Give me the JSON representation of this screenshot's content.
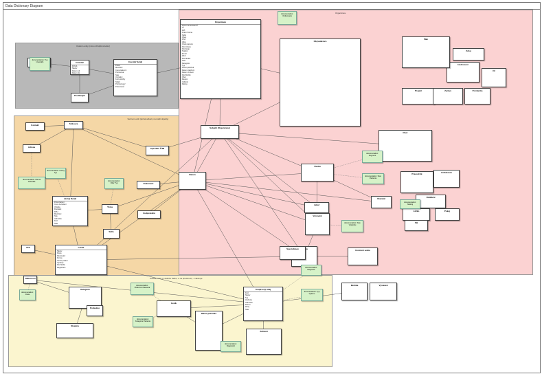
{
  "window": {
    "title": "Data Dictionary Diagram"
  },
  "regions": [
    {
      "id": "gray",
      "label": "Ostatní entity (mimo dřívější struktur)",
      "color": "#b8b8b8"
    },
    {
      "id": "orange",
      "label": "Seznam entit (úplná odkazy na další objekty)",
      "color": "#f5d7a6"
    },
    {
      "id": "pink",
      "label": "Organizace",
      "color": "#fbd2d2"
    },
    {
      "id": "yellow",
      "label": "Pohled entity (z dalšího řádku, a na předchozí) – Nástroje",
      "color": "#fbf5cf"
    }
  ],
  "boxes": [
    {
      "id": "invent",
      "title": "Inventář",
      "attrs": [
        "Pohyb",
        "Název",
        "Datum od",
        "Datum do"
      ]
    },
    {
      "id": "inventdet",
      "title": "Inventář detail",
      "attrs": [
        "Počet",
        "Množství",
        "Cena nákupní",
        "Poznámka",
        "Stav",
        "Umístění",
        "Kód položky",
        "Sklad",
        "Poznámka 2",
        "Počet kusů"
      ]
    },
    {
      "id": "invitem",
      "title": "Inventura",
      "attrs": []
    },
    {
      "id": "prodej",
      "title": "Prodávající",
      "attrs": []
    },
    {
      "id": "org",
      "title": "Organizace",
      "attrs": [
        "Počet zaměstnanců",
        "IČ",
        "DIČ",
        "Právní forma",
        "Sídlo",
        "Obec",
        "PSČ",
        "Ulice",
        "Číslo popisné",
        "Kód okresu",
        "Kód kraje",
        "Telefon",
        "Email",
        "Web",
        "Poznámka",
        "Stav",
        "Kategorie",
        "Typ",
        "Počet poboček",
        "Datum založení",
        "Datum zrušení",
        "Kód NACE",
        "Obor",
        "Region",
        "Velikost",
        "Rating"
      ]
    },
    {
      "id": "kontakt",
      "title": "Kontakt",
      "attrs": []
    },
    {
      "id": "smlouva",
      "title": "Smlouva",
      "attrs": []
    },
    {
      "id": "adresa",
      "title": "Adresa",
      "attrs": []
    },
    {
      "id": "subjekt",
      "title": "Subjekt (Organizace)",
      "attrs": []
    },
    {
      "id": "specialni",
      "title": "Speciální ČJM",
      "attrs": []
    },
    {
      "id": "dokument",
      "title": "Dokument",
      "attrs": []
    },
    {
      "id": "zodpovedna",
      "title": "Zodpovědná",
      "attrs": []
    },
    {
      "id": "datum",
      "title": "Datum",
      "attrs": []
    },
    {
      "id": "tema",
      "title": "Téma",
      "attrs": []
    },
    {
      "id": "sidlo",
      "title": "Sídlo",
      "attrs": []
    },
    {
      "id": "atc",
      "title": "ATC",
      "attrs": []
    },
    {
      "id": "lecba",
      "title": "Léčba",
      "attrs": [
        "Název",
        "Popis",
        "Dávkování",
        "Forma",
        "Cesta podání",
        "Výrobce",
        "Kód SÚKL",
        "Registrace"
      ]
    },
    {
      "id": "lekdetail",
      "title": "Léčivý Detail",
      "attrs": [
        "Počet balení",
        "Cena za balení",
        "Úhrada",
        "Doplatek",
        "DPH",
        "Množství",
        "Síla",
        "Jednotka",
        "Kód",
        "Stav"
      ]
    },
    {
      "id": "obyv",
      "title": "Obyvatelstvo",
      "attrs": []
    },
    {
      "id": "osoba",
      "title": "Osoba",
      "attrs": []
    },
    {
      "id": "lekar",
      "title": "Lékař",
      "attrs": []
    },
    {
      "id": "venovani",
      "title": "Věnování",
      "attrs": []
    },
    {
      "id": "sluzba",
      "title": "Služba",
      "attrs": []
    },
    {
      "id": "cest",
      "title": "Cestovní sekce",
      "attrs": []
    },
    {
      "id": "soupisovy",
      "title": "Soupisový údaj",
      "attrs": [
        "Kód",
        "Název",
        "Typ",
        "Hodnota",
        "Jednotka",
        "Datum",
        "Zdroj",
        "Stav"
      ]
    },
    {
      "id": "zarizeni",
      "title": "Zařízení",
      "attrs": []
    },
    {
      "id": "merna",
      "title": "Měrná jednotka",
      "attrs": []
    },
    {
      "id": "cenik",
      "title": "Ceník",
      "attrs": []
    },
    {
      "id": "kategorie",
      "title": "Kategorie",
      "attrs": []
    },
    {
      "id": "podsek",
      "title": "Podsekce",
      "attrs": []
    },
    {
      "id": "skupina",
      "title": "Skupina",
      "attrs": []
    },
    {
      "id": "odbornost",
      "title": "Odbornost",
      "attrs": []
    },
    {
      "id": "specializace",
      "title": "Specializace",
      "attrs": []
    },
    {
      "id": "obor",
      "title": "Obor",
      "attrs": []
    },
    {
      "id": "pracoviste",
      "title": "Pracoviště",
      "attrs": []
    },
    {
      "id": "ambulance",
      "title": "Ambulance",
      "attrs": []
    },
    {
      "id": "oddeleni",
      "title": "Oddělení",
      "attrs": []
    },
    {
      "id": "lozko",
      "title": "Lůžko",
      "attrs": []
    },
    {
      "id": "pokoj",
      "title": "Pokoj",
      "attrs": []
    },
    {
      "id": "sal",
      "title": "Sál",
      "attrs": []
    },
    {
      "id": "ukazatel",
      "title": "Ukazatel",
      "attrs": []
    },
    {
      "id": "metrika",
      "title": "Metrika",
      "attrs": []
    },
    {
      "id": "vysledek",
      "title": "Výsledek",
      "attrs": []
    },
    {
      "id": "hodnoceni",
      "title": "Hodnocení",
      "attrs": []
    },
    {
      "id": "zdroj",
      "title": "Zdroj",
      "attrs": []
    },
    {
      "id": "cil",
      "title": "Cíl",
      "attrs": []
    },
    {
      "id": "plan",
      "title": "Plán",
      "attrs": []
    },
    {
      "id": "projekt",
      "title": "Projekt",
      "attrs": []
    },
    {
      "id": "zprava",
      "title": "Zpráva",
      "attrs": []
    },
    {
      "id": "poznamka",
      "title": "Poznámka",
      "attrs": []
    }
  ],
  "notes": [
    {
      "id": "n1",
      "text": "documentation: Typ inventáře"
    },
    {
      "id": "n2",
      "text": "documentation: Ordinovaná"
    },
    {
      "id": "n3",
      "text": "documentation: Léčivý Typ"
    },
    {
      "id": "n4",
      "text": "documentation: Obor Typ"
    },
    {
      "id": "n5",
      "text": "documentation: Merná Jednotka"
    },
    {
      "id": "n6",
      "text": "documentation: Segment"
    },
    {
      "id": "n7",
      "text": "documentation: Dieta"
    },
    {
      "id": "n8",
      "text": "documentation: Stav Pacienta"
    },
    {
      "id": "n9",
      "text": "documentation: Stav Výsledku"
    },
    {
      "id": "n10",
      "text": "documentation: Diagnóza"
    },
    {
      "id": "n11",
      "text": "documentation: Typ Výkonu"
    },
    {
      "id": "n12",
      "text": "documentation: Kategorie Pacienta"
    },
    {
      "id": "n13",
      "text": "documentation: Předchozí Pacienta"
    },
    {
      "id": "n14",
      "text": "documentation: Diagnostic"
    },
    {
      "id": "n15",
      "text": "documentation: Nástroj"
    }
  ]
}
